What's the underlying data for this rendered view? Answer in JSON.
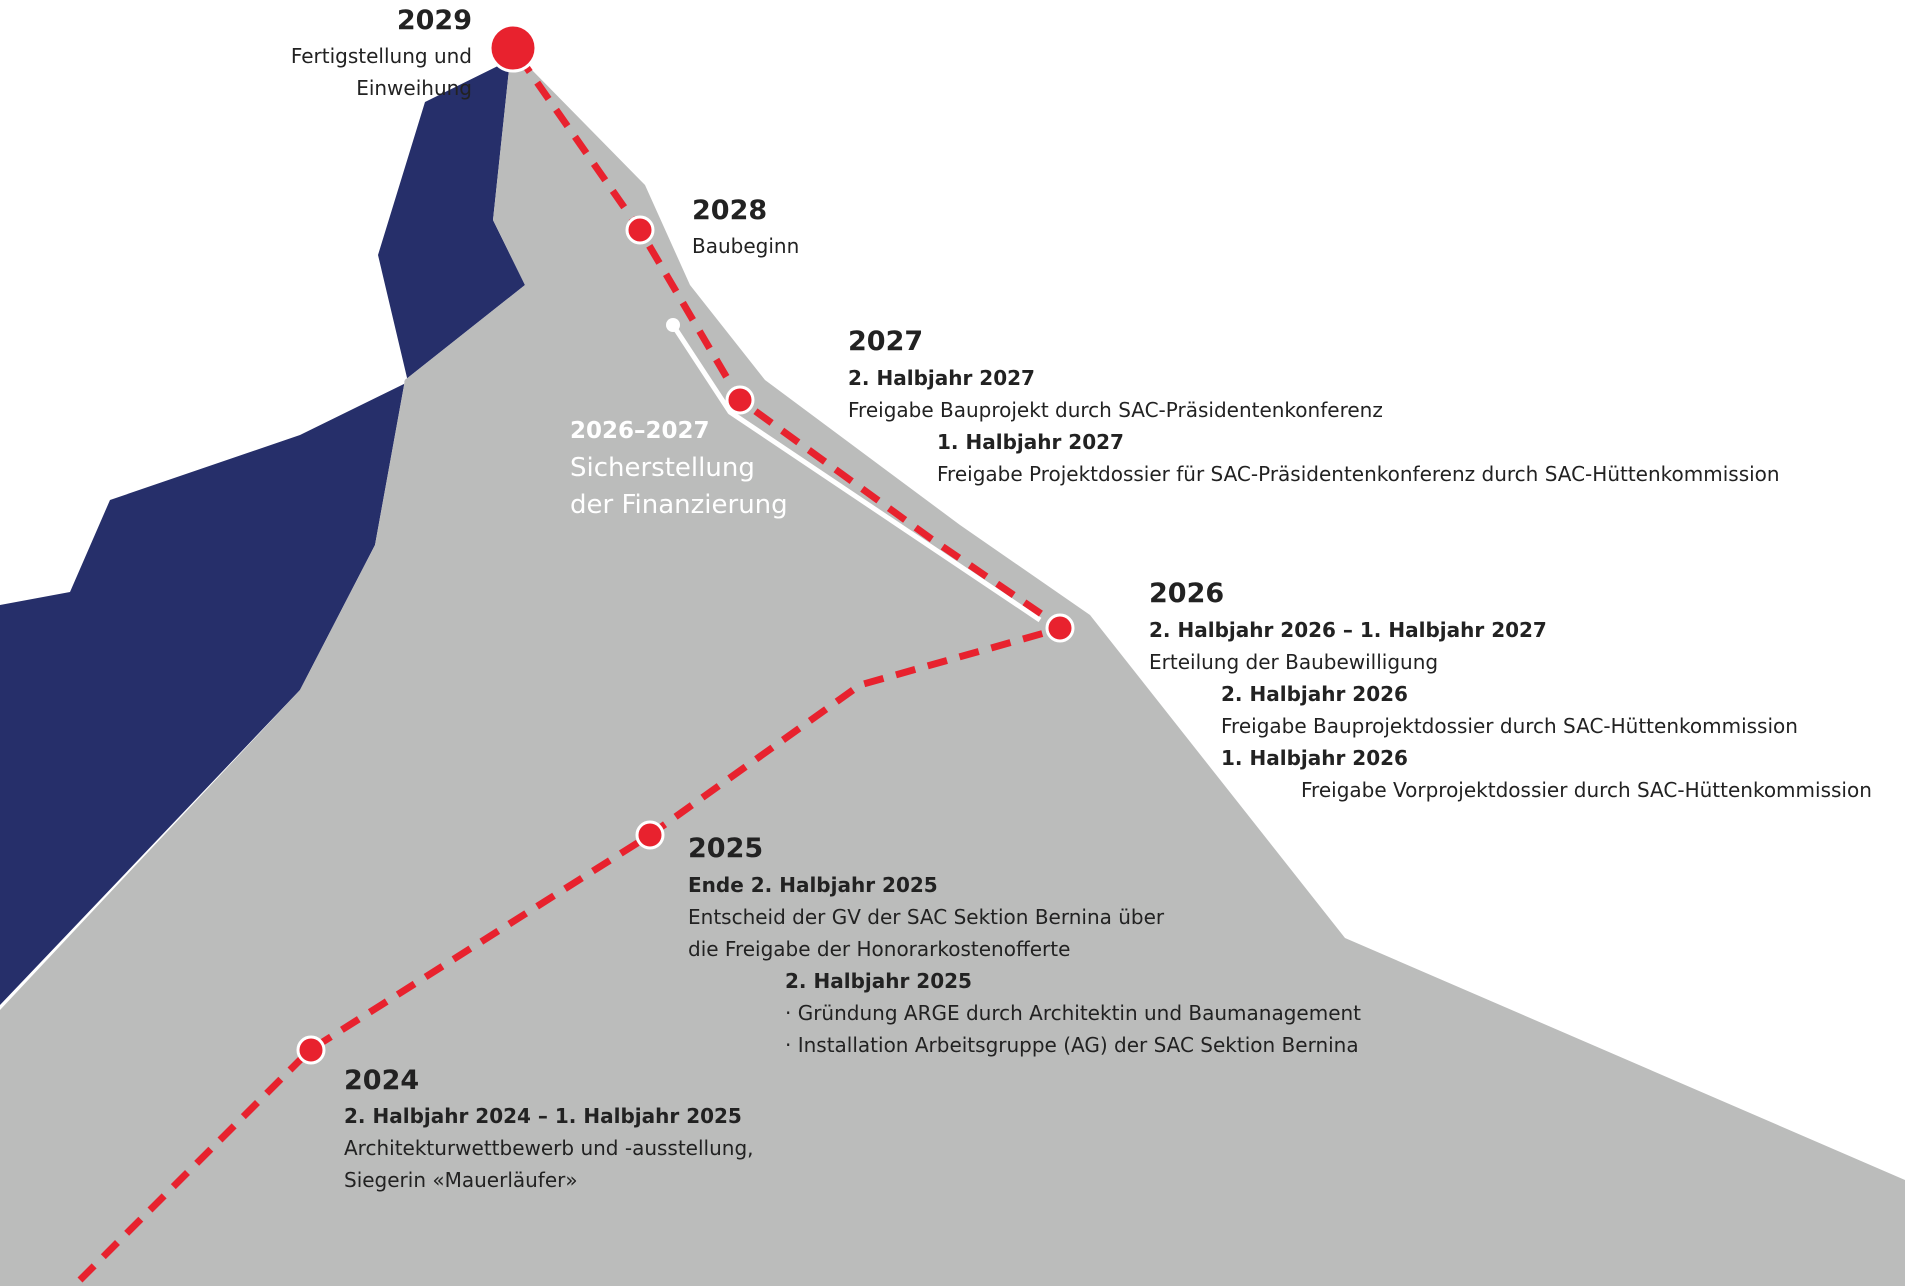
{
  "colors": {
    "mountain_gray": "#bbbcbb",
    "mountain_navy": "#262f6a",
    "path_red": "#e8222e",
    "finance_line": "#ffffff",
    "text": "#222222"
  },
  "milestones": {
    "m2029": {
      "year": "2029",
      "lines": [
        "Fertigstellung und",
        "Einweihung"
      ]
    },
    "m2028": {
      "year": "2028",
      "text": "Baubeginn"
    },
    "m2027": {
      "year": "2027",
      "h2_title": "2. Halbjahr 2027",
      "h2_text": "Freigabe Bauprojekt durch SAC-Präsidentenkonferenz",
      "h1_title": "1. Halbjahr 2027",
      "h1_text": "Freigabe Projektdossier für SAC-Präsidentenkonferenz durch SAC-Hüttenkommission"
    },
    "finance": {
      "year": "2026–2027",
      "lines": [
        "Sicherstellung",
        "der Finanzierung"
      ]
    },
    "m2026": {
      "year": "2026",
      "a_title": "2. Halbjahr 2026 – 1. Halbjahr 2027",
      "a_text": "Erteilung der Baubewilligung",
      "b_title": "2. Halbjahr 2026",
      "b_text": "Freigabe Bauprojektdossier durch SAC-Hüttenkommission",
      "c_title": "1. Halbjahr 2026",
      "c_text": "Freigabe Vorprojektdossier durch SAC-Hüttenkommission"
    },
    "m2025": {
      "year": "2025",
      "a_title": "Ende 2. Halbjahr 2025",
      "a_lines": [
        "Entscheid der GV der SAC Sektion Bernina über",
        "die Freigabe der Honorarkostenofferte"
      ],
      "b_title": "2. Halbjahr 2025",
      "b_items": [
        "· Gründung ARGE durch Architektin und Baumanagement",
        "· Installation Arbeitsgruppe (AG) der SAC Sektion Bernina"
      ]
    },
    "m2024": {
      "year": "2024",
      "title": "2. Halbjahr 2024 – 1. Halbjahr 2025",
      "lines": [
        "Architekturwettbewerb und -ausstellung,",
        "Siegerin «Mauerläufer»"
      ]
    }
  }
}
